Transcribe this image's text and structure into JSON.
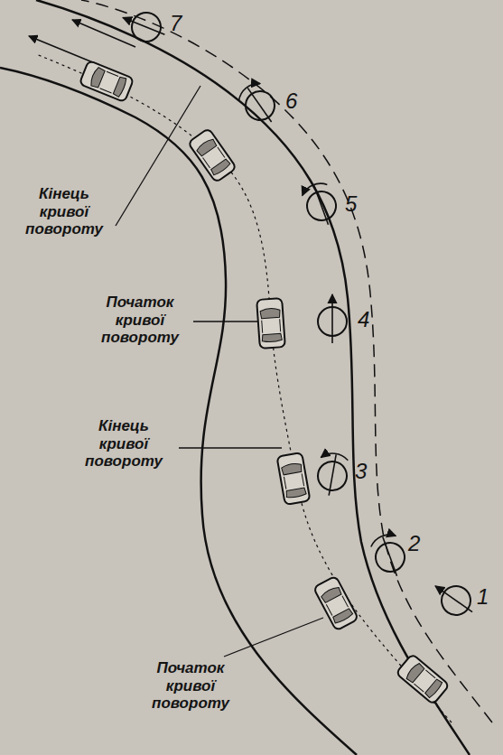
{
  "diagram": {
    "labels": [
      "7",
      "6",
      "Кінець кривої повороту",
      "5",
      "Початок кривої повороту",
      "4",
      "Кінець кривої повороту",
      "3",
      "2",
      "1",
      "Початок кривої повороту"
    ]
  }
}
